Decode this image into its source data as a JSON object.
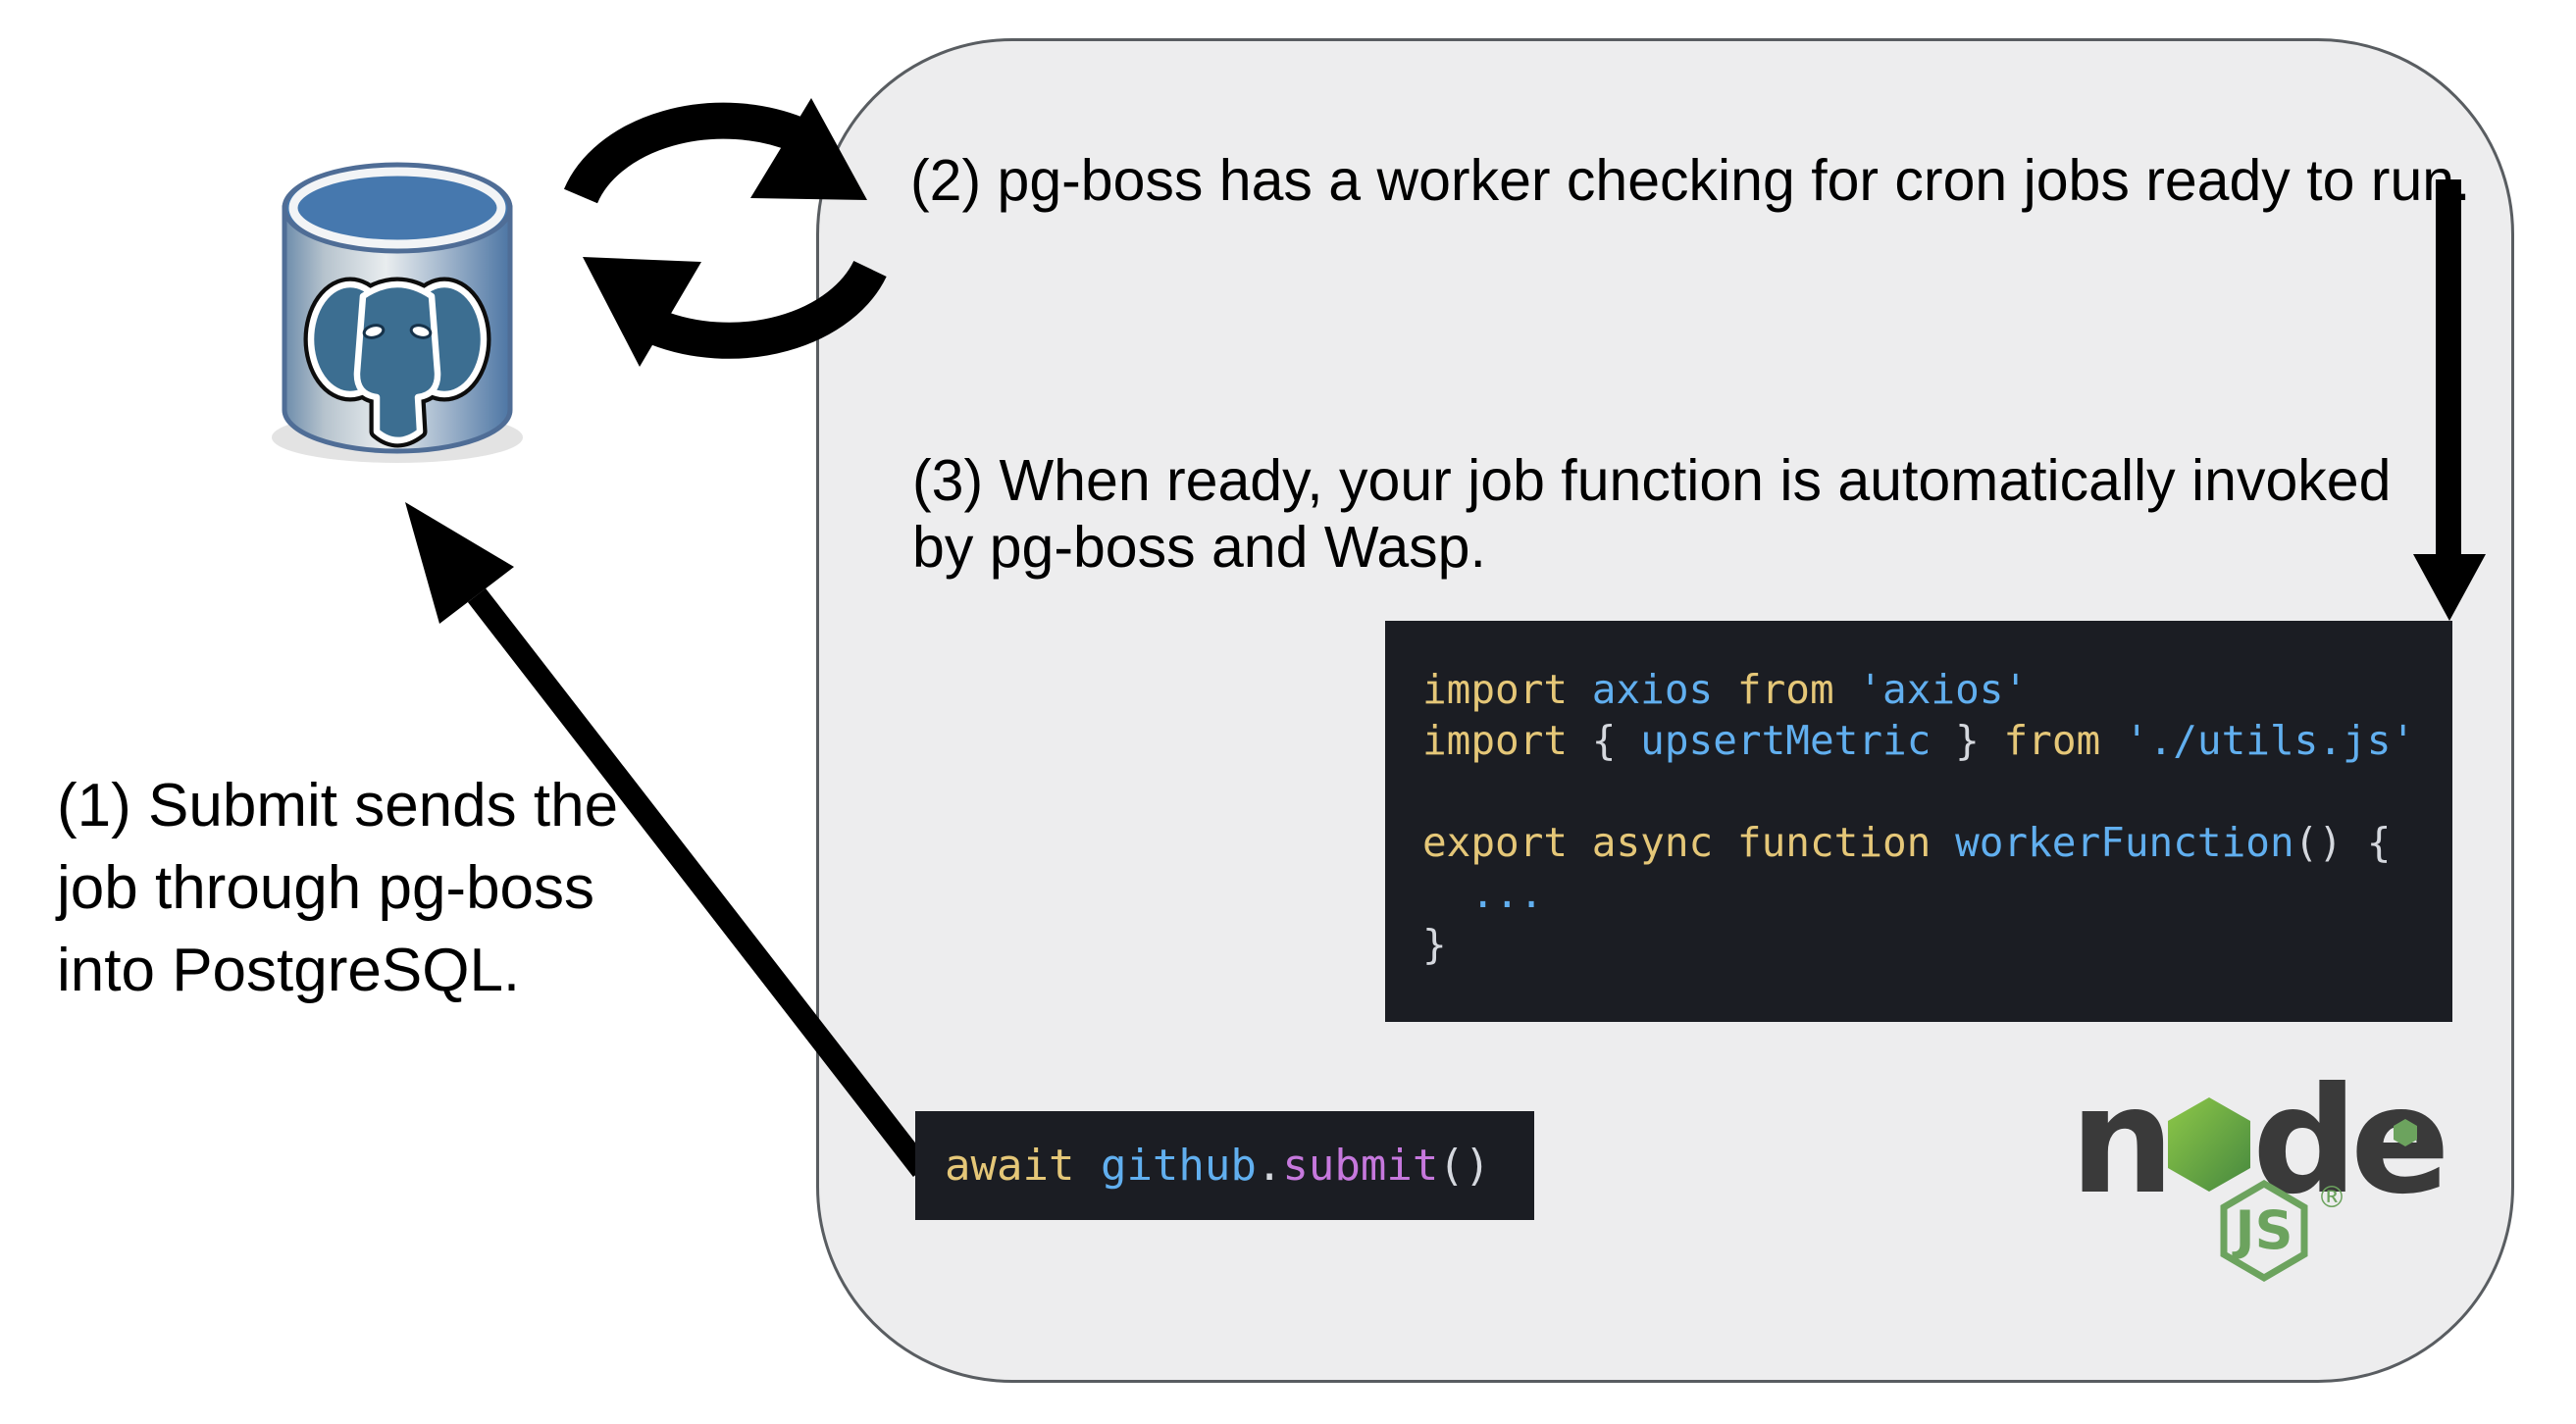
{
  "steps": {
    "one": {
      "lines": [
        "(1) Submit sends the",
        "job through pg-boss",
        "into PostgreSQL."
      ]
    },
    "two": {
      "text": "(2) pg-boss has a worker checking for cron jobs ready to run."
    },
    "three": {
      "lines": [
        "(3) When ready, your job function is automatically invoked",
        "by pg-boss and Wasp."
      ]
    }
  },
  "code_main": {
    "lines": [
      {
        "tokens": [
          {
            "text": "import ",
            "type": "kw"
          },
          {
            "text": "axios ",
            "type": "id"
          },
          {
            "text": "from ",
            "type": "kw"
          },
          {
            "text": "'axios'",
            "type": "str"
          }
        ]
      },
      {
        "tokens": [
          {
            "text": "import ",
            "type": "kw"
          },
          {
            "text": "{ ",
            "type": "punct"
          },
          {
            "text": "upsertMetric",
            "type": "id"
          },
          {
            "text": " } ",
            "type": "punct"
          },
          {
            "text": "from ",
            "type": "kw"
          },
          {
            "text": "'./utils.js'",
            "type": "str"
          }
        ]
      },
      {
        "tokens": []
      },
      {
        "tokens": [
          {
            "text": "export async function ",
            "type": "kw"
          },
          {
            "text": "workerFunction",
            "type": "id"
          },
          {
            "text": "() {",
            "type": "punct"
          }
        ]
      },
      {
        "tokens": [
          {
            "text": "  ...",
            "type": "id"
          }
        ]
      },
      {
        "tokens": [
          {
            "text": "}",
            "type": "punct"
          }
        ]
      }
    ]
  },
  "code_submit": {
    "lines": [
      {
        "tokens": [
          {
            "text": "await ",
            "type": "kw"
          },
          {
            "text": "github",
            "type": "id"
          },
          {
            "text": ".",
            "type": "punct"
          },
          {
            "text": "submit",
            "type": "fn"
          },
          {
            "text": "()",
            "type": "punct"
          }
        ]
      }
    ]
  },
  "node_logo": {
    "letter_n": "n",
    "letter_d": "d",
    "letter_e": "e",
    "badge": "JS",
    "registered": "®"
  },
  "palette": {
    "panel_fill": "#ededee",
    "panel_border": "#595d61",
    "code_bg": "#1b1d23",
    "syntax_keyword": "#e5c778",
    "syntax_identifier": "#61afef",
    "syntax_string": "#61afef",
    "syntax_punctuation": "#d5d8de",
    "syntax_function": "#c678dd",
    "node_wordmark": "#3a3a3a",
    "node_green": "#6ca35e",
    "node_hex_light": "#8ec848",
    "node_hex_dark": "#46883f",
    "postgres_blue": "#4678ae",
    "postgres_elephant": "#3c6e91",
    "arrow": "#000000"
  }
}
